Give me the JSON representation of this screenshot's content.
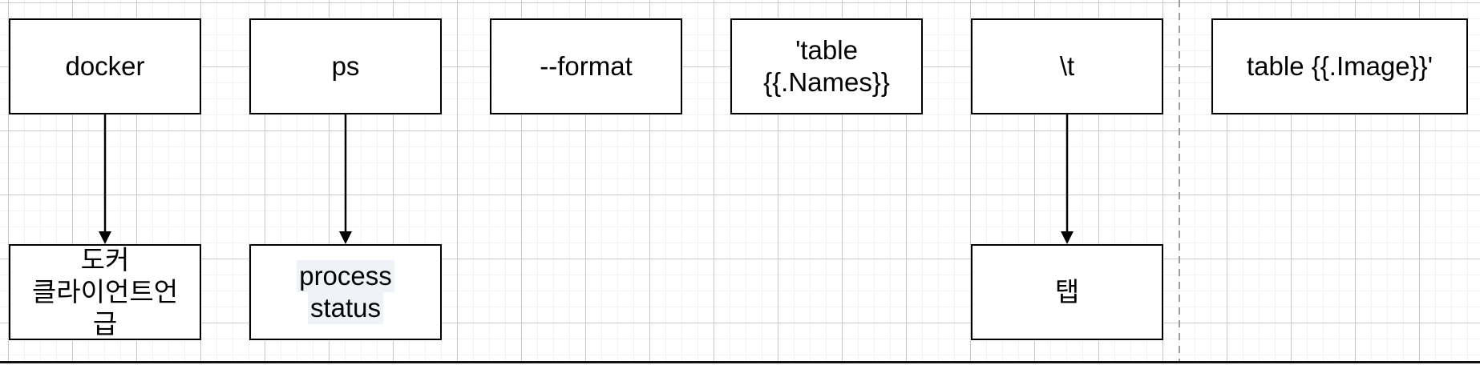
{
  "canvas": {
    "background_color": "#ffffff",
    "grid_minor_color": "#f2f2f2",
    "grid_major_color": "#c9c9c9",
    "page_divider_color": "#9e9e9e",
    "page_border_color": "#111111",
    "node_border_color": "#000000",
    "node_fill_color": "#ffffff",
    "text_color": "#000000",
    "label_highlight_color": "#eff2f7"
  },
  "nodes": {
    "docker": {
      "lines": [
        "docker"
      ]
    },
    "ps": {
      "lines": [
        "ps"
      ]
    },
    "format_flag": {
      "lines": [
        "--format"
      ]
    },
    "table_names": {
      "lines": [
        "'table",
        "{{.Names}}"
      ]
    },
    "tab_escape": {
      "lines": [
        "\\t"
      ]
    },
    "table_image": {
      "lines": [
        "table {{.Image}}'"
      ]
    },
    "docker_description": {
      "lines": [
        "도커",
        "클라이언트언",
        "급"
      ]
    },
    "ps_description": {
      "lines": [
        "process",
        "status"
      ]
    },
    "tab_description": {
      "lines": [
        "탭"
      ]
    }
  },
  "arrows": [
    {
      "from": "docker",
      "to": "docker_description"
    },
    {
      "from": "ps",
      "to": "ps_description"
    },
    {
      "from": "tab_escape",
      "to": "tab_description"
    }
  ]
}
